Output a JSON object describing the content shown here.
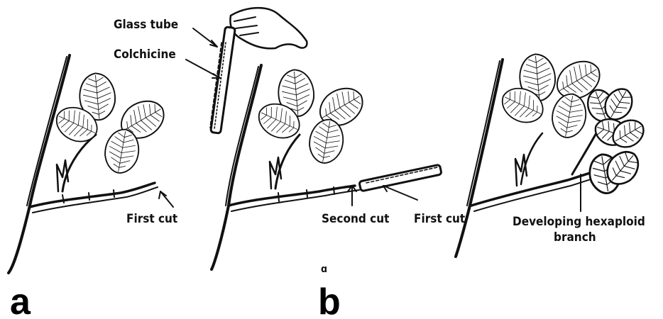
{
  "labels": {
    "glass_tube": "Glass tube",
    "colchicine": "Colchicine",
    "first_cut_a": "First cut",
    "second_cut": "Second cut",
    "first_cut_b": "First cut",
    "developing_line1": "Developing hexaploid",
    "developing_line2": "branch",
    "panel_a": "a",
    "panel_b": "b"
  }
}
